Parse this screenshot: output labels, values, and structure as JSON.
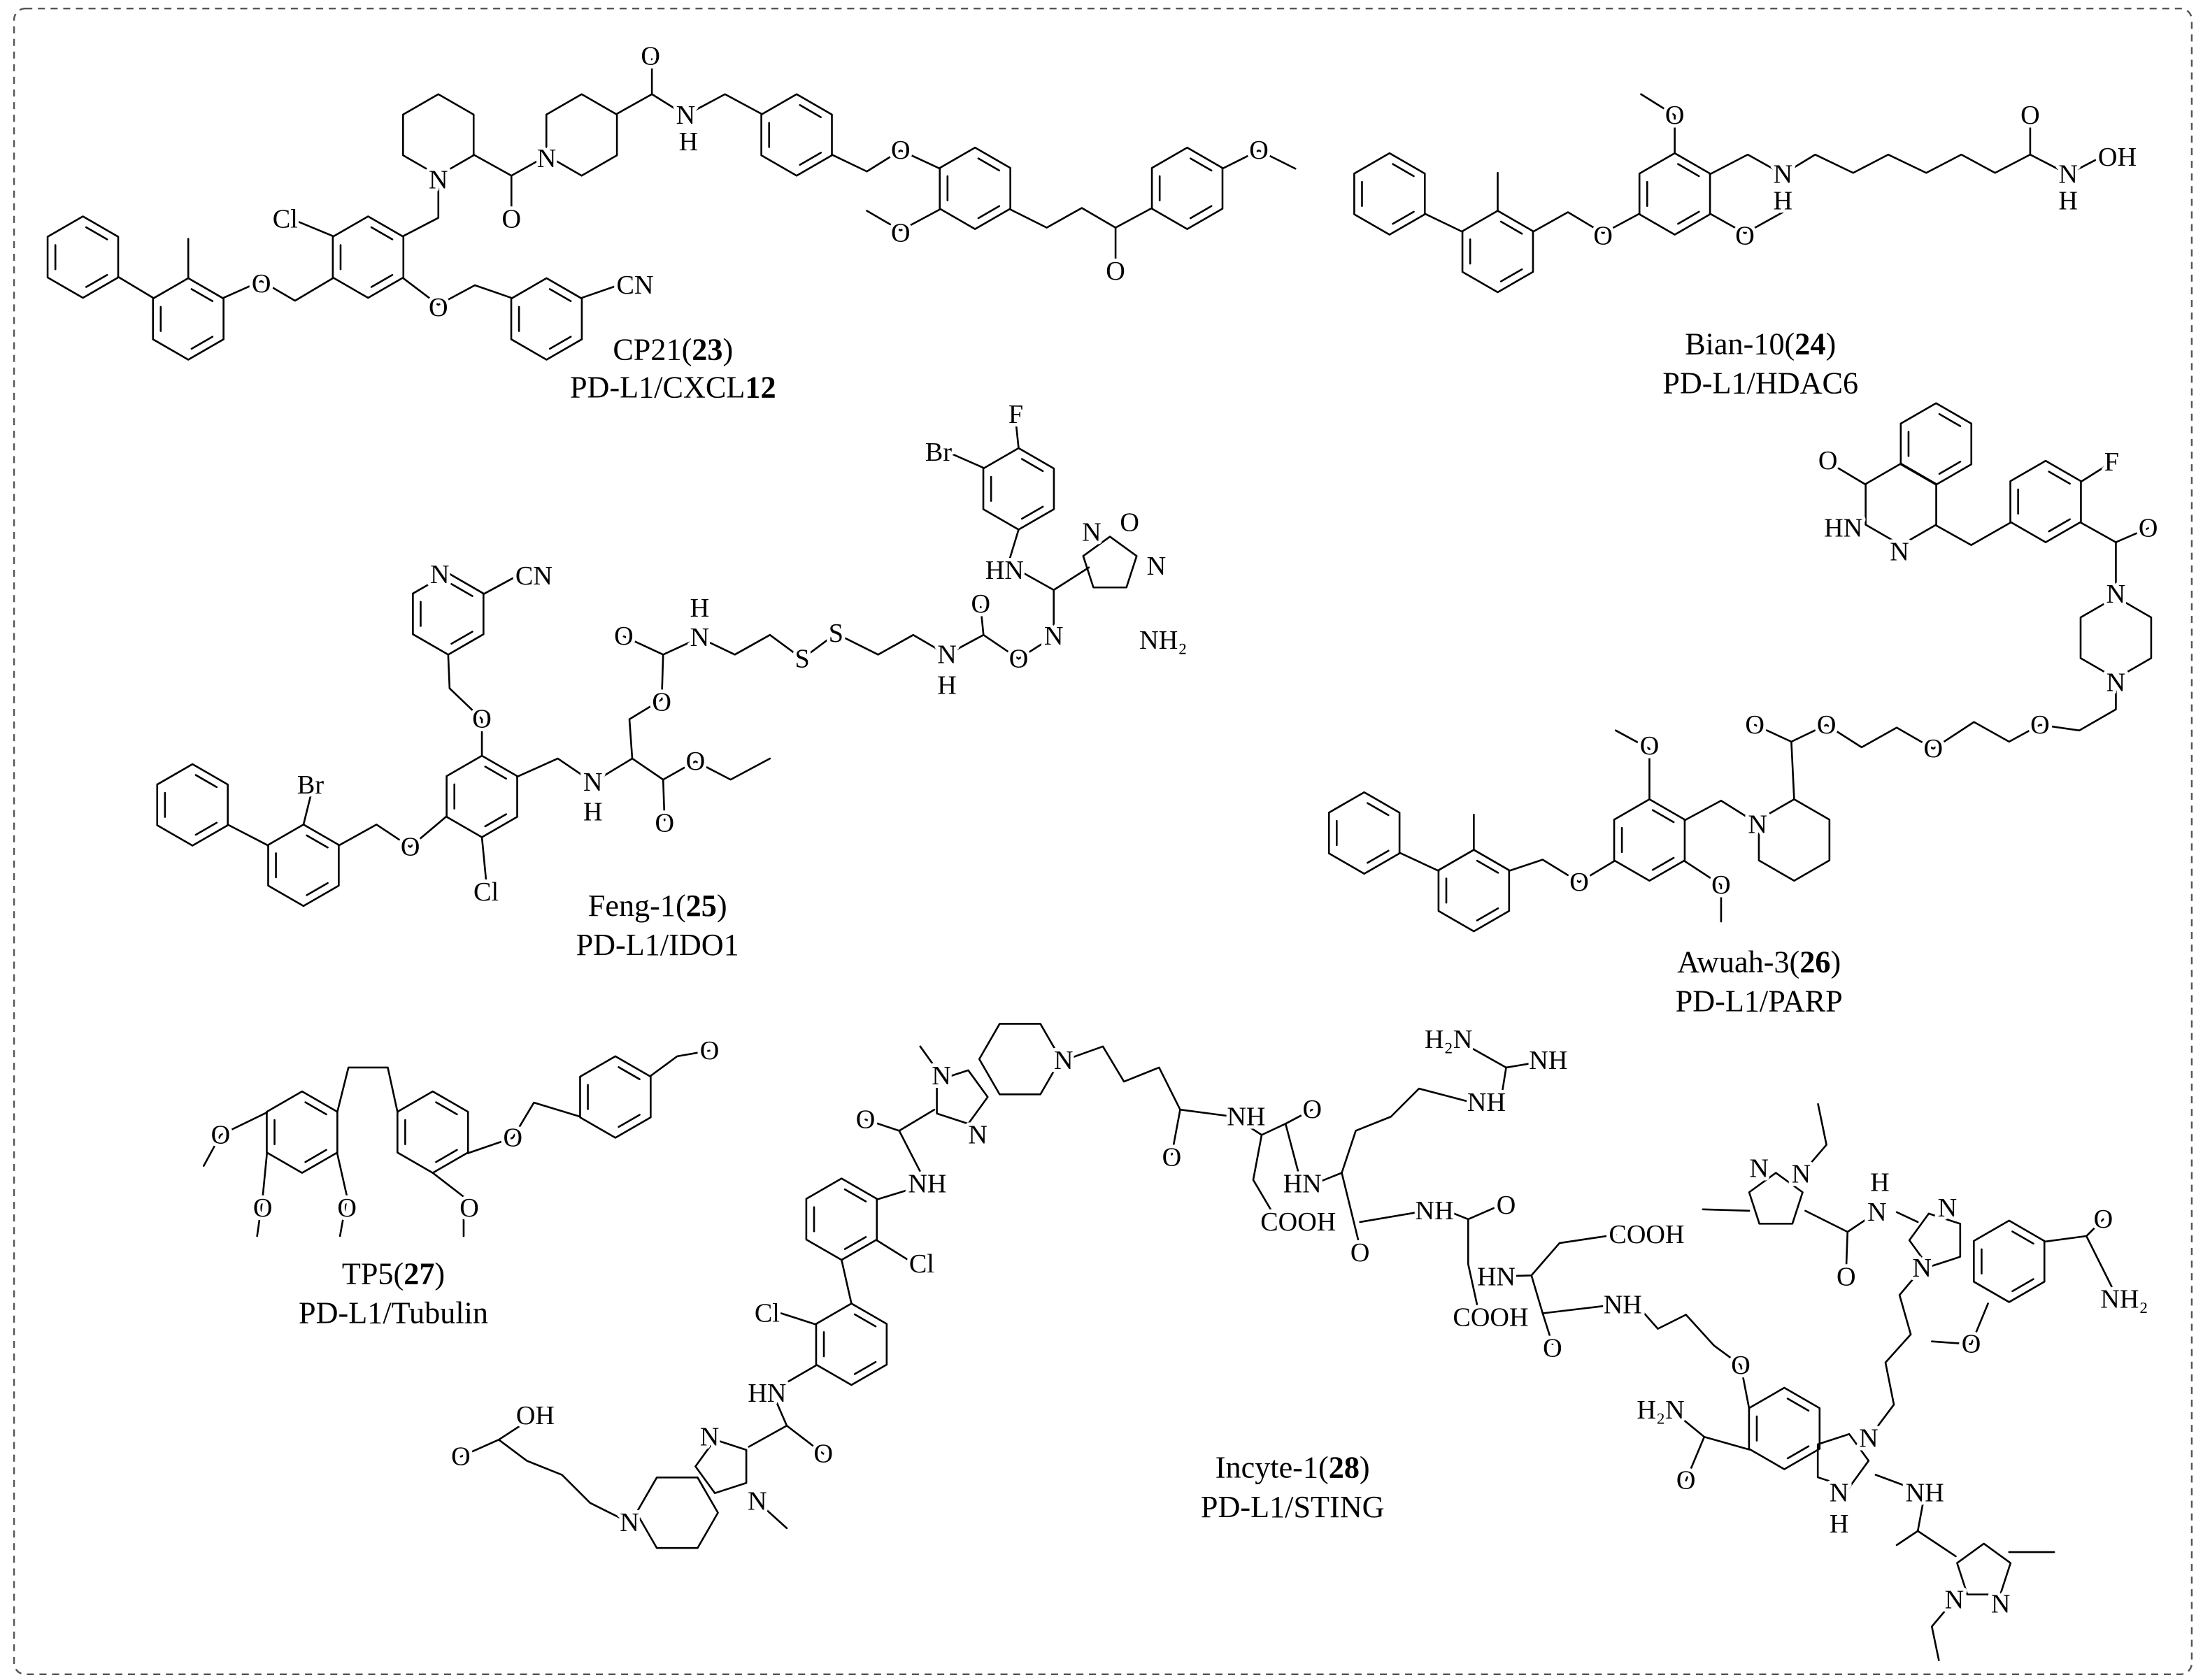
{
  "compounds": [
    {
      "id": "c23",
      "name": "CP21",
      "number": "23",
      "target": "PD-L1/CXCL",
      "target_bold": "12"
    },
    {
      "id": "c24",
      "name": "Bian-10",
      "number": "24",
      "target": "PD-L1/HDAC6",
      "target_bold": ""
    },
    {
      "id": "c25",
      "name": "Feng-1",
      "number": "25",
      "target": "PD-L1/IDO1",
      "target_bold": ""
    },
    {
      "id": "c26",
      "name": "Awuah-3",
      "number": "26",
      "target": "PD-L1/PARP",
      "target_bold": ""
    },
    {
      "id": "c27",
      "name": "TP5",
      "number": "27",
      "target": "PD-L1/Tubulin",
      "target_bold": ""
    },
    {
      "id": "c28",
      "name": "Incyte-1",
      "number": "28",
      "target": "PD-L1/STING",
      "target_bold": ""
    }
  ],
  "atom_labels": {
    "c23": [
      "O",
      "N",
      "H",
      "N",
      "N",
      "O",
      "Cl",
      "O",
      "O",
      "CN",
      "O",
      "O",
      "O",
      "O"
    ],
    "c24": [
      "O",
      "N",
      "H",
      "O",
      "N",
      "H",
      "OH",
      "O",
      "O"
    ],
    "c25": [
      "F",
      "Br",
      "HN",
      "N",
      "O",
      "N",
      "NH₂",
      "N",
      "O",
      "O",
      "N",
      "H",
      "S",
      "S",
      "H",
      "N",
      "O",
      "O",
      "O",
      "O",
      "N",
      "H",
      "O",
      "N",
      "CN",
      "Cl",
      "O",
      "Br"
    ],
    "c26": [
      "O",
      "HN",
      "N",
      "F",
      "O",
      "N",
      "N",
      "O",
      "O",
      "O",
      "O",
      "O",
      "N",
      "O",
      "O"
    ],
    "c27": [
      "O",
      "O",
      "O",
      "O",
      "O",
      "O"
    ],
    "c28": [
      "N",
      "N",
      "N",
      "O",
      "NH",
      "Cl",
      "Cl",
      "HN",
      "O",
      "N",
      "N",
      "N",
      "O",
      "OH",
      "O",
      "NH",
      "O",
      "HN",
      "COOH",
      "H₂N",
      "NH",
      "NH",
      "NH",
      "O",
      "O",
      "HN",
      "COOH",
      "O",
      "NH",
      "COOH",
      "N",
      "N",
      "H",
      "N",
      "N",
      "O",
      "N",
      "O",
      "NH₂",
      "O",
      "O",
      "H₂N",
      "O",
      "N",
      "N",
      "H",
      "NH",
      "N",
      "N"
    ]
  }
}
